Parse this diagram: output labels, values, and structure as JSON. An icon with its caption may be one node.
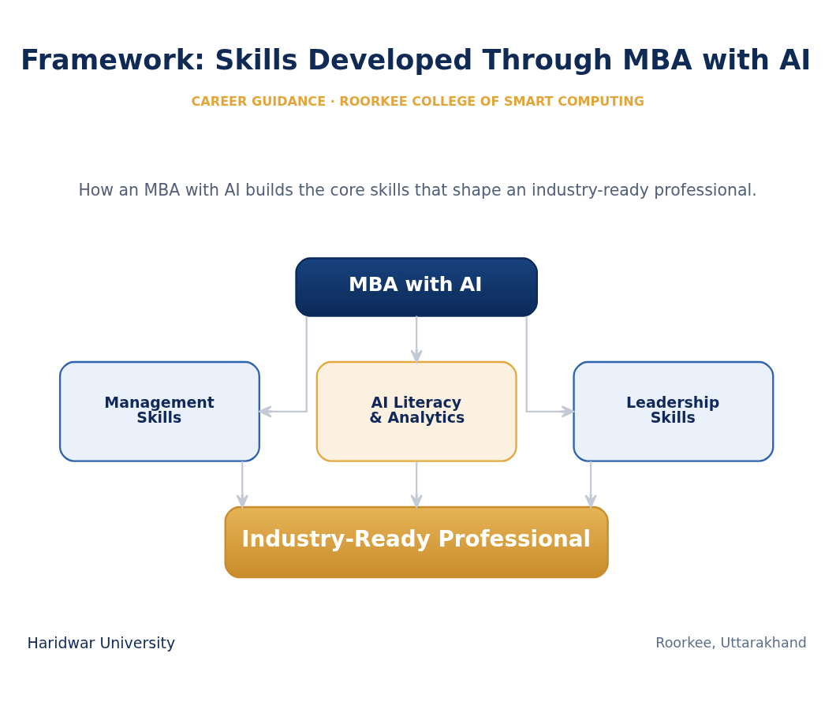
{
  "diagram": {
    "title": "Framework: Skills Developed Through MBA with AI",
    "nodes": [
      {
        "text": [
          "MBA with AI"
        ]
      },
      {
        "text": [
          "Management Skills"
        ]
      },
      {
        "text": [
          "AI Literacy & Analytics"
        ]
      },
      {
        "text": [
          "Leadership Skills"
        ]
      },
      {
        "text": [
          "Industry-Ready Professional"
        ]
      }
    ],
    "edges": [
      {
        "from": 0,
        "to": 1,
        "arrow": "to"
      },
      {
        "from": 0,
        "to": 2,
        "arrow": "to"
      },
      {
        "from": 0,
        "to": 3,
        "arrow": "to"
      },
      {
        "from": 1,
        "to": 4,
        "arrow": "to"
      },
      {
        "from": 2,
        "to": 4,
        "arrow": "to"
      },
      {
        "from": 3,
        "to": 4,
        "arrow": "to"
      }
    ],
    "labels": [
      "CAREER GUIDANCE · ROORKEE COLLEGE OF SMART COMPUTING",
      "How an MBA with AI builds the core skills that shape an industry-ready professional.",
      "Haridwar University",
      "Roorkee, Uttarakhand"
    ]
  }
}
